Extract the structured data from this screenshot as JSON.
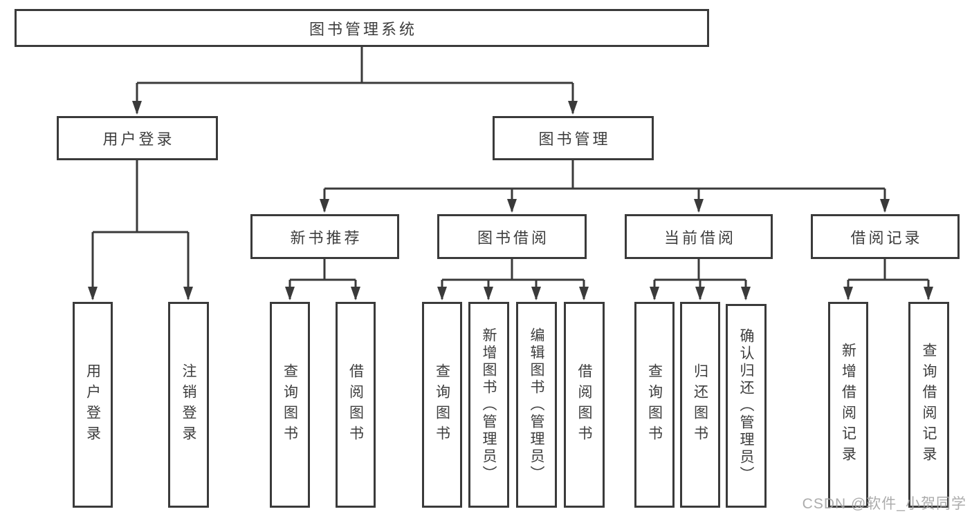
{
  "diagram": {
    "type": "hierarchy-tree",
    "colors": {
      "line": "#3a3a3a",
      "box_border": "#3a3a3a",
      "text": "#3d3d3d",
      "background": "#ffffff",
      "watermark": "#a5a5a5"
    },
    "tree": {
      "label": "图书管理系统",
      "children": [
        {
          "label": "用户登录",
          "children": [
            {
              "label": "用户登录"
            },
            {
              "label": "注销登录"
            }
          ]
        },
        {
          "label": "图书管理",
          "children": [
            {
              "label": "新书推荐",
              "children": [
                {
                  "label": "查询图书"
                },
                {
                  "label": "借阅图书"
                }
              ]
            },
            {
              "label": "图书借阅",
              "children": [
                {
                  "label": "查询图书"
                },
                {
                  "label": "新增图书（管理员）"
                },
                {
                  "label": "编辑图书（管理员）"
                },
                {
                  "label": "借阅图书"
                }
              ]
            },
            {
              "label": "当前借阅",
              "children": [
                {
                  "label": "查询图书"
                },
                {
                  "label": "归还图书"
                },
                {
                  "label": "确认归还（管理员）"
                }
              ]
            },
            {
              "label": "借阅记录",
              "children": [
                {
                  "label": "新增借阅记录"
                },
                {
                  "label": "查询借阅记录"
                }
              ]
            }
          ]
        }
      ]
    },
    "watermark": {
      "text": "CSDN @软件_小贺同学"
    }
  }
}
